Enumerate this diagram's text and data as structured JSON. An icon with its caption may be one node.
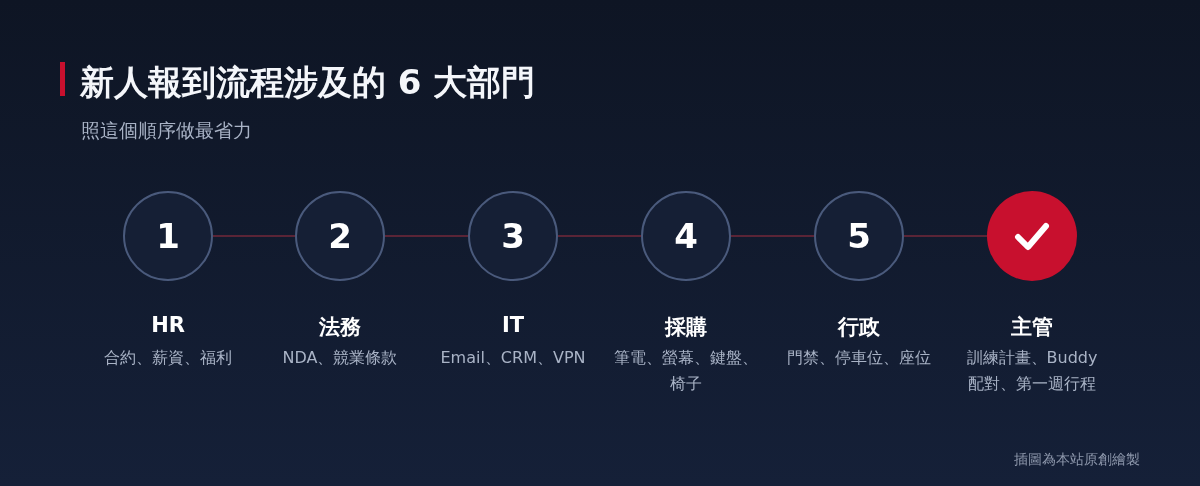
{
  "diagram": {
    "title": "新人報到流程涉及的 6 大部門",
    "nodes": [
      {
        "text": [
          "1"
        ],
        "beside": [
          "HR",
          "合約、薪資、福利"
        ]
      },
      {
        "text": [
          "2"
        ],
        "beside": [
          "法務",
          "NDA、競業條款"
        ]
      },
      {
        "text": [
          "3"
        ],
        "beside": [
          "IT",
          "Email、CRM、VPN"
        ]
      },
      {
        "text": [
          "4"
        ],
        "beside": [
          "採購",
          "筆電、螢幕、鍵盤、椅子"
        ]
      },
      {
        "text": [
          "5"
        ],
        "beside": [
          "行政",
          "門禁、停車位、座位"
        ]
      },
      {
        "text": [],
        "shape": "circle",
        "beside": [
          "主管",
          "訓練計畫、Buddy 配對、第一週行程"
        ]
      }
    ],
    "edges": [
      {
        "from": 0,
        "to": 1,
        "arrow": "none"
      },
      {
        "from": 1,
        "to": 2,
        "arrow": "none"
      },
      {
        "from": 2,
        "to": 3,
        "arrow": "none"
      },
      {
        "from": 3,
        "to": 4,
        "arrow": "none"
      },
      {
        "from": 4,
        "to": 5,
        "arrow": "none"
      }
    ],
    "labels": [
      "照這個順序做最省力",
      "插圖為本站原創繪製"
    ]
  }
}
